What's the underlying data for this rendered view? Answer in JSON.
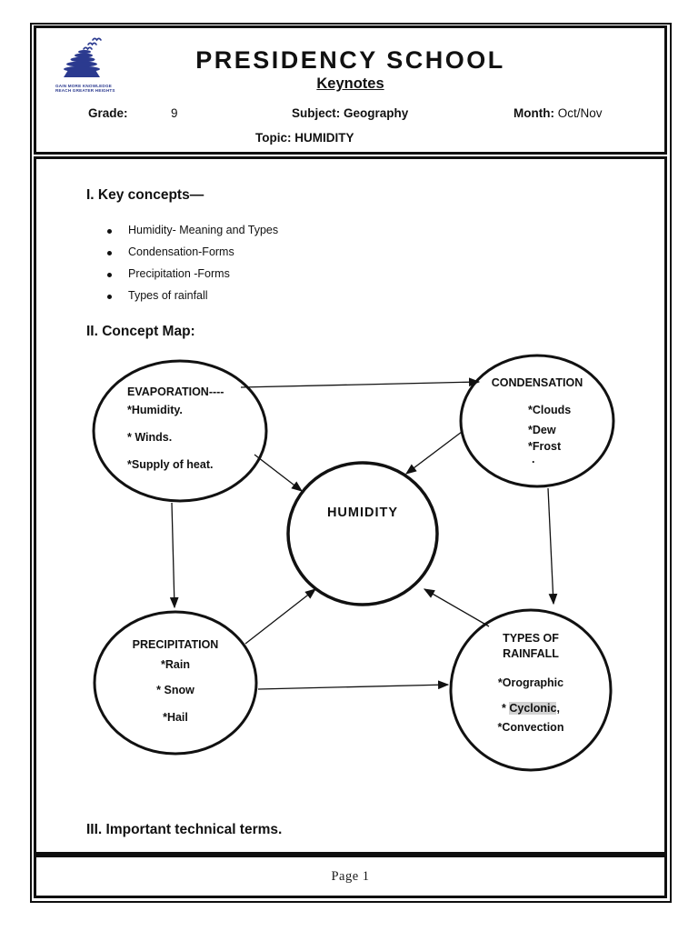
{
  "colors": {
    "logo_navy": "#2b3a8f",
    "highlight_gray": "#d3d3d3",
    "ink": "#111111"
  },
  "header": {
    "school_name": "PRESIDENCY SCHOOL",
    "doc_subtitle": "Keynotes",
    "logo": {
      "slogan_line1": "GAIN  MORE  KNOWLEDGE",
      "slogan_line2": "REACH GREATER HEIGHTS"
    },
    "fields": {
      "grade_label": "Grade:",
      "grade_value": "9",
      "subject_label": "Subject:",
      "subject_value": "Geography",
      "month_label": "Month:",
      "month_value": "Oct/Nov",
      "topic_label": "Topic:",
      "topic_value": "HUMIDITY"
    }
  },
  "sections": {
    "key_concepts": {
      "heading": "I. Key concepts—",
      "bullets": [
        "Humidity- Meaning and Types",
        "Condensation-Forms",
        "Precipitation -Forms",
        "Types of rainfall"
      ]
    },
    "concept_map": {
      "heading": "II. Concept Map:",
      "nodes": {
        "evaporation": {
          "title": "EVAPORATION----",
          "items": [
            "*Humidity.",
            "* Winds.",
            "*Supply of heat."
          ]
        },
        "condensation": {
          "title": "CONDENSATION",
          "items": [
            "*Clouds",
            "*Dew",
            "*Frost",
            "."
          ]
        },
        "humidity": {
          "title": "HUMIDITY"
        },
        "precipitation": {
          "title": "PRECIPITATION",
          "items": [
            "*Rain",
            "* Snow",
            "*Hail"
          ]
        },
        "types_of_rainfall": {
          "title_line1": "TYPES OF",
          "title_line2": "RAINFALL",
          "item1": "*Orographic",
          "item2_prefix": "* ",
          "item2_highlight": "Cyclonic",
          "item2_suffix": ",",
          "item3": "*Convection"
        }
      },
      "edges": [
        "evaporation->condensation",
        "evaporation->humidity",
        "condensation->humidity",
        "evaporation->precipitation",
        "condensation->types_of_rainfall",
        "precipitation->humidity",
        "types_of_rainfall->humidity",
        "precipitation->types_of_rainfall"
      ]
    },
    "technical_terms": {
      "heading": "III. Important technical terms."
    }
  },
  "footer": {
    "page_label": "Page 1"
  }
}
